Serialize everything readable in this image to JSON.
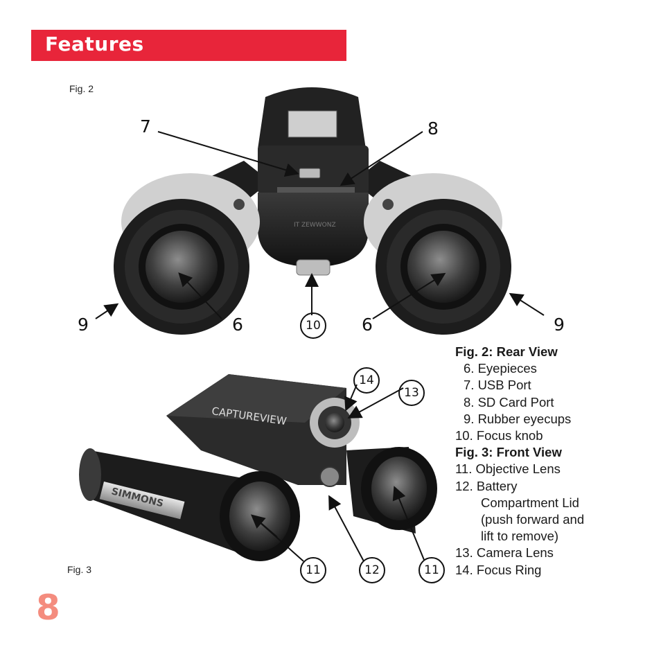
{
  "header": {
    "title": "Features",
    "accent": "#e8253a"
  },
  "figures": {
    "fig2": "Fig. 2",
    "fig3": "Fig. 3"
  },
  "callouts": {
    "c7": "7",
    "c8": "8",
    "c9a": "9",
    "c6a": "6",
    "c10": "10",
    "c6b": "6",
    "c9b": "9",
    "c14": "14",
    "c13": "13",
    "c11a": "11",
    "c12": "12",
    "c11b": "11"
  },
  "illustration": {
    "brand_top": "CAPTUREVIEW",
    "brand_side": "SIMMONS"
  },
  "legend": {
    "fig2_title": "Fig. 2: Rear View",
    "i6": "6. Eyepieces",
    "i7": "7. USB Port",
    "i8": "8. SD Card Port",
    "i9": "9. Rubber eyecups",
    "i10": "10. Focus knob",
    "fig3_title": "Fig. 3: Front View",
    "i11": "11. Objective Lens",
    "i12a": "12. Battery",
    "i12b": "Compartment Lid",
    "i12c": "(push forward and",
    "i12d": "lift to remove)",
    "i13": "13. Camera Lens",
    "i14": "14. Focus Ring"
  },
  "page": {
    "number": "8",
    "color": "#f48c7e"
  }
}
